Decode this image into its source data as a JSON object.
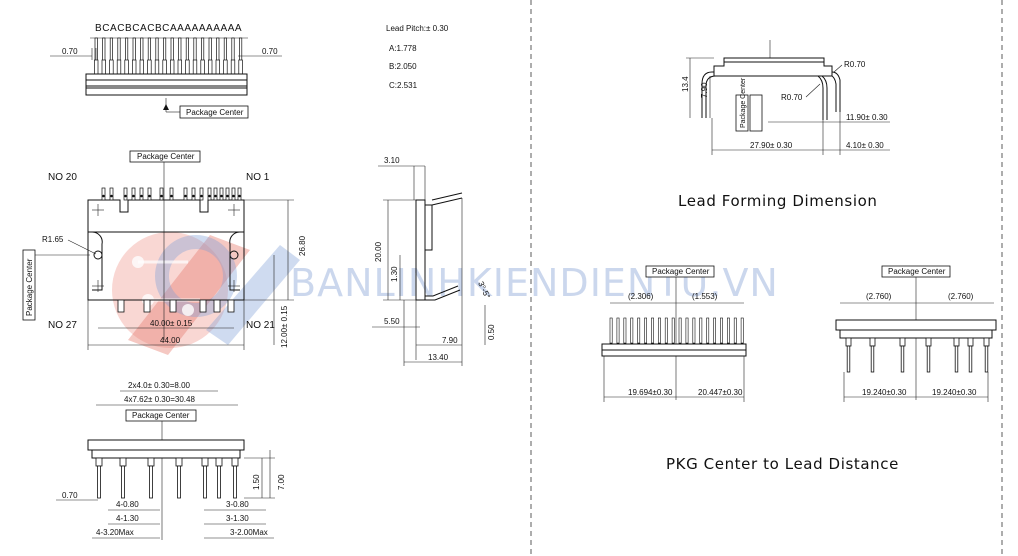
{
  "top_view": {
    "pin_codes": "BCACBCACBCAAAAAAAAAA",
    "left_offset": "0.70",
    "right_offset": "0.70",
    "package_center": "Package Center"
  },
  "lead_pitch": {
    "title": "Lead Pitch:± 0.30",
    "a": "A:1.778",
    "b": "B:2.050",
    "c": "C:2.531"
  },
  "front_view": {
    "package_center": "Package Center",
    "no20": "NO 20",
    "no1": "NO 1",
    "no27": "NO 27",
    "no21": "NO 21",
    "r165": "R1.65",
    "height": "26.80",
    "width_inner": "40.00± 0.15",
    "width_total": "44.00",
    "half_height": "12.00± 0.15",
    "package_center_vertical": "Package Center"
  },
  "side_view": {
    "top": "3.10",
    "body": "20.00",
    "lead_h": "1.30",
    "angle": "3°-5°",
    "d550": "5.50",
    "d790": "7.90",
    "d050": "0.50",
    "d1340": "13.40"
  },
  "bottom_view": {
    "pitch1": "2x4.0± 0.30=8.00",
    "pitch2": "4x7.62± 0.30=30.48",
    "package_center": "Package Center",
    "d070": "0.70",
    "d150": "1.50",
    "d700": "7.00",
    "l080": "4-0.80",
    "l130": "4-1.30",
    "l320": "4-3.20Max",
    "r080": "3-0.80",
    "r130": "3-1.30",
    "r200": "3-2.00Max"
  },
  "lead_forming": {
    "title": "Lead Forming Dimension",
    "h134": "13.4",
    "h790": "7.90",
    "r070a": "R0.70",
    "r070b": "R0.70",
    "package_center": "Package Center",
    "d1190": "11.90± 0.30",
    "d2790": "27.90± 0.30",
    "d410": "4.10± 0.30"
  },
  "pkg_center": {
    "title": "PKG Center to Lead Distance",
    "left_label": "Package Center",
    "left_a": "(2.306)",
    "left_b": "(1.553)",
    "left_c": "19.694±0.30",
    "left_d": "20.447±0.30",
    "right_label": "Package Center",
    "right_a": "(2.760)",
    "right_b": "(2.760)",
    "right_c": "19.240±0.30",
    "right_d": "19.240±0.30"
  },
  "watermark": "BANLINHKIENDIENTU.VN"
}
